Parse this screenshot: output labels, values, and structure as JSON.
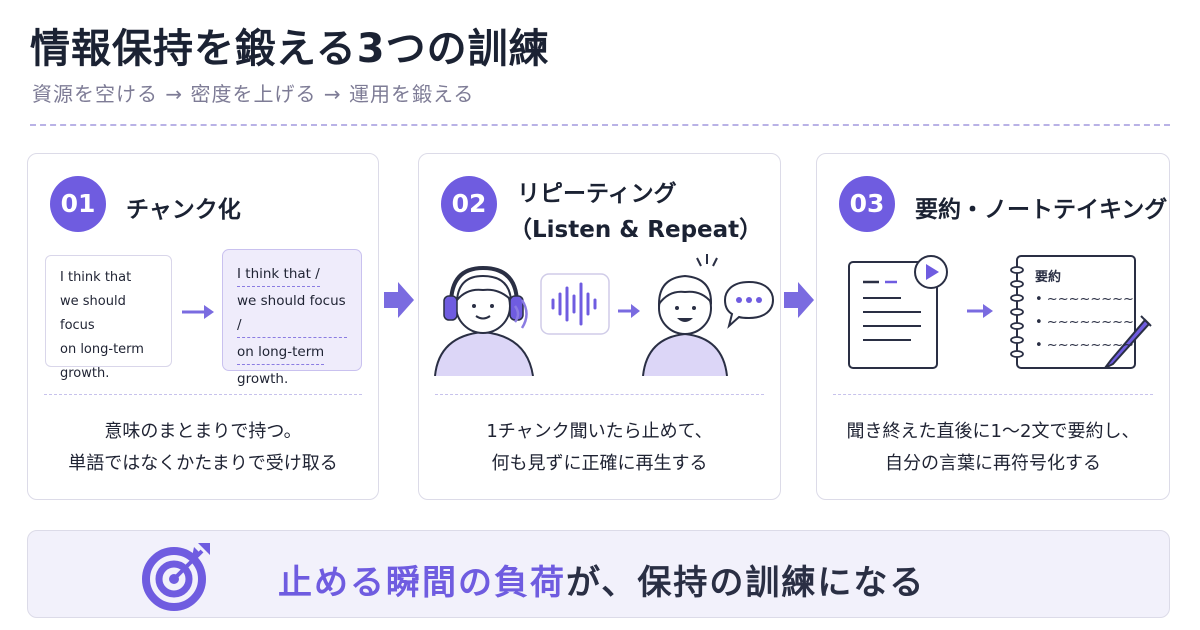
{
  "header": {
    "title": "情報保持を鍛える3つの訓練",
    "subtitle": "資源を空ける → 密度を上げる → 運用を鍛える"
  },
  "cards": [
    {
      "number": "01",
      "title": "チャンク化",
      "example_plain": [
        "I think that",
        "we should focus",
        "on long-term",
        "growth."
      ],
      "example_chunked": [
        "I think that /",
        "we should focus /",
        "on long-term",
        "growth."
      ],
      "text": [
        "意味のまとまりで持つ。",
        "単語ではなくかたまりで受け取る"
      ]
    },
    {
      "number": "02",
      "title_line1": "リピーティング",
      "title_line2": "（Listen & Repeat）",
      "text": [
        "1チャンク聞いたら止めて、",
        "何も見ずに正確に再生する"
      ]
    },
    {
      "number": "03",
      "title": "要約・ノートテイキング",
      "note_title": "要約",
      "note_lines": [
        "• ~~~~~~~~",
        "• ~~~~~~~~",
        "• ~~~~~~~~"
      ],
      "text": [
        "聞き終えた直後に1〜2文で要約し、",
        "自分の言葉に再符号化する"
      ]
    }
  ],
  "footer": {
    "highlight": "止める瞬間の負荷",
    "rest": "が、保持の訓練になる"
  },
  "colors": {
    "accent": "#6f5ce0",
    "accent_light": "#8b7ce2",
    "text_dark": "#1b2233",
    "subtitle": "#7e7c96"
  }
}
